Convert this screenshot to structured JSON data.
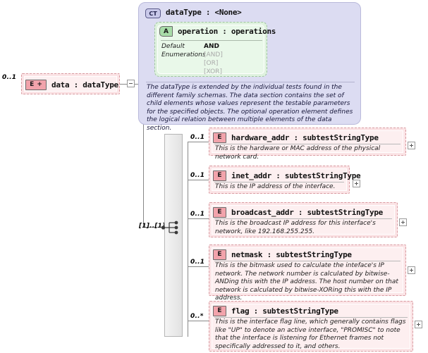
{
  "diagram": {
    "title": "XSD schema diagram for dataType",
    "root_element": {
      "badge": "E",
      "badge_plus": "+",
      "name": "data",
      "separator": ":",
      "type": "dataType",
      "label": "data        : dataType",
      "cardinality": "0..1",
      "toggle": "minus"
    },
    "complex_type": {
      "badge": "CT",
      "title": "dataType : <None>",
      "documentation": "The dataType is extended by the individual tests found in the different family schemas.  The data section contains the set of child elements whose values represent the testable parameters for the specified objects.  The optional operation element defines the logical relation between multiple elements of the data section."
    },
    "attribute": {
      "badge": "A",
      "title": "operation : operations",
      "rows": [
        {
          "key": "Default",
          "value": "AND"
        },
        {
          "key": "Enumerations",
          "value": "[AND]"
        },
        {
          "key": "",
          "value": "[OR]"
        },
        {
          "key": "",
          "value": "[XOR]"
        }
      ]
    },
    "compositor": {
      "kind": "sequence",
      "cardinality": "[1]..[1]"
    },
    "children": [
      {
        "badge": "E",
        "name": "hardware_addr",
        "type": "subtestStringType",
        "label": "hardware_addr : subtestStringType",
        "cardinality": "0..1",
        "documentation": "This is the hardware or MAC address of the physical network card.",
        "expand": "+"
      },
      {
        "badge": "E",
        "name": "inet_addr",
        "type": "subtestStringType",
        "label": "inet_addr : subtestStringType",
        "cardinality": "0..1",
        "documentation": "This is the IP address of the interface.",
        "expand": "+"
      },
      {
        "badge": "E",
        "name": "broadcast_addr",
        "type": "subtestStringType",
        "label": "broadcast_addr : subtestStringType",
        "cardinality": "0..1",
        "documentation": "This is the broadcast IP address for this interface's network, like 192.168.255.255.",
        "expand": "+"
      },
      {
        "badge": "E",
        "name": "netmask",
        "type": "subtestStringType",
        "label": "netmask : subtestStringType",
        "cardinality": "0..1",
        "documentation": "This is the bitmask used to calculate the inteface's IP network.  The network number is calculated by bitwise-ANDing this with the IP address.  The host number on that network is calculated by bitwise-XORing this with the IP address.",
        "expand": "+"
      },
      {
        "badge": "E",
        "name": "flag",
        "type": "subtestStringType",
        "label": "flag        : subtestStringType",
        "cardinality": "0..*",
        "documentation": "This is the interface flag line, which generally contains flags like \"UP\" to denote an active interface, \"PROMISC\" to note that the interface is listening for Ethernet frames not specifically addressed to it, and others.",
        "expand": "+"
      }
    ],
    "colors": {
      "element_fill": "#fbe4e6",
      "element_inner": "#fdeff0",
      "element_border": "#d89aa0",
      "element_badge": "#f2a3ab",
      "complextype_fill": "#dcdcf2",
      "complextype_border": "#b9b9db",
      "attribute_fill": "#dff2df",
      "attribute_badge": "#a8dca8",
      "line": "#888888"
    }
  }
}
